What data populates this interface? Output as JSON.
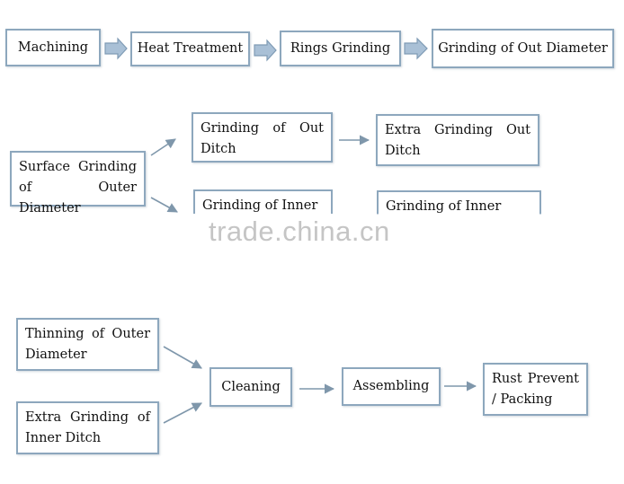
{
  "watermark": "trade.china.cn",
  "row1": {
    "machining": "Machining",
    "heat_treatment": "Heat Treatment",
    "rings_grinding": "Rings Grinding",
    "grinding_out_diameter": "Grinding of Out Diameter"
  },
  "row2": {
    "surface_grinding": [
      "Surface Grinding",
      "of Outer Diameter"
    ],
    "grinding_out_ditch": [
      "Grinding of Out",
      "Ditch"
    ],
    "extra_grinding_out_ditch": [
      "Extra Grinding Out",
      "Ditch"
    ],
    "grinding_inner": "Grinding of Inner",
    "grinding_inner_2": "Grinding of Inner"
  },
  "row3": {
    "thinning_outer_diameter": [
      "Thinning of Outer",
      "Diameter"
    ],
    "extra_grinding_inner_ditch": [
      "Extra Grinding of",
      "Inner Ditch"
    ],
    "cleaning": "Cleaning",
    "assembling": "Assembling",
    "rust_prevent": [
      "Rust Prevent",
      "/ Packing"
    ]
  },
  "colors": {
    "box_border": "#8da7bd",
    "block_arrow_fill": "#a9c0d6",
    "block_arrow_stroke": "#7f9bb5",
    "line_arrow": "#7f97ab"
  }
}
